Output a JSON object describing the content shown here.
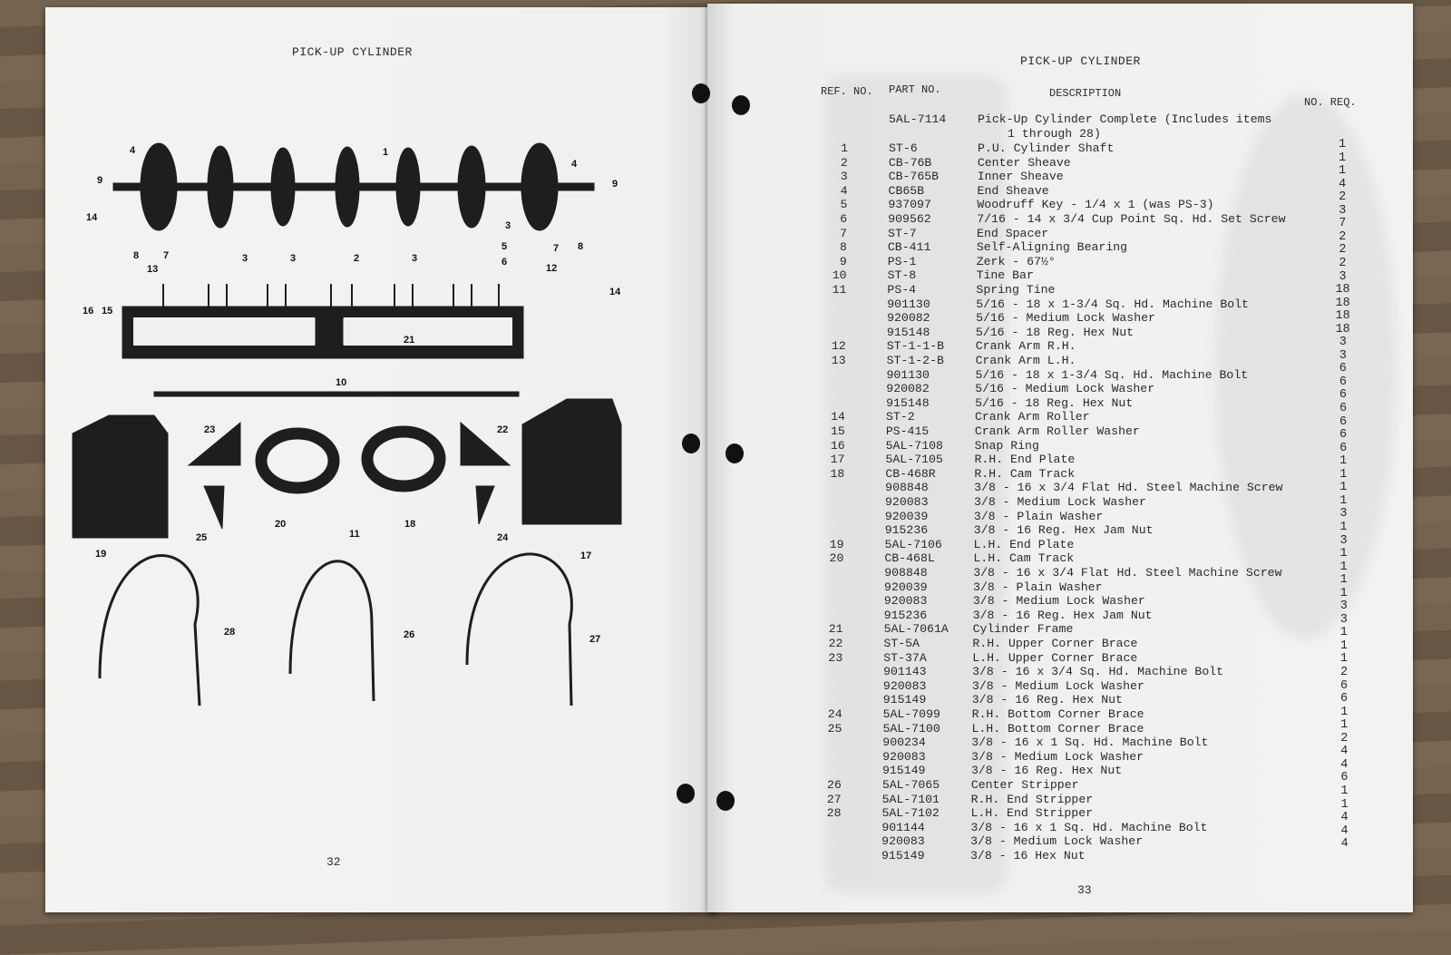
{
  "left_page": {
    "title": "PICK-UP CYLINDER",
    "page_number": "32",
    "diagram_callouts": [
      "4",
      "1",
      "4",
      "9",
      "9",
      "14",
      "8",
      "7",
      "3",
      "3",
      "2",
      "3",
      "3",
      "5",
      "6",
      "7",
      "8",
      "13",
      "12",
      "14",
      "16",
      "15",
      "21",
      "10",
      "23",
      "22",
      "20",
      "18",
      "11",
      "25",
      "24",
      "19",
      "17",
      "28",
      "26",
      "27"
    ]
  },
  "right_page": {
    "title": "PICK-UP CYLINDER",
    "page_number": "33",
    "headers": {
      "ref": "REF. NO.",
      "part": "PART NO.",
      "desc": "DESCRIPTION",
      "qty": "NO. REQ."
    },
    "complete": {
      "part": "5AL-7114",
      "desc_line1": "Pick-Up Cylinder Complete (Includes items",
      "desc_line2": "1 through 28)"
    },
    "rows": [
      {
        "ref": "1",
        "part": "ST-6",
        "desc": "P.U. Cylinder Shaft"
      },
      {
        "ref": "2",
        "part": "CB-76B",
        "desc": "Center Sheave"
      },
      {
        "ref": "3",
        "part": "CB-765B",
        "desc": "Inner Sheave"
      },
      {
        "ref": "4",
        "part": "CB65B",
        "desc": "End Sheave"
      },
      {
        "ref": "5",
        "part": "937097",
        "desc": "Woodruff Key - 1/4 x 1 (was PS-3)"
      },
      {
        "ref": "6",
        "part": "909562",
        "desc": "7/16 - 14 x 3/4 Cup Point Sq. Hd. Set Screw"
      },
      {
        "ref": "7",
        "part": "ST-7",
        "desc": "End Spacer"
      },
      {
        "ref": "8",
        "part": "CB-411",
        "desc": "Self-Aligning Bearing"
      },
      {
        "ref": "9",
        "part": "PS-1",
        "desc": "Zerk - 67½°"
      },
      {
        "ref": "10",
        "part": "ST-8",
        "desc": "Tine Bar"
      },
      {
        "ref": "11",
        "part": "PS-4",
        "desc": "Spring Tine"
      },
      {
        "ref": "",
        "part": "901130",
        "desc": "5/16 - 18 x 1-3/4 Sq. Hd. Machine Bolt"
      },
      {
        "ref": "",
        "part": "920082",
        "desc": "5/16 - Medium Lock Washer"
      },
      {
        "ref": "",
        "part": "915148",
        "desc": "5/16 - 18 Reg. Hex Nut"
      },
      {
        "ref": "12",
        "part": "ST-1-1-B",
        "desc": "Crank Arm R.H."
      },
      {
        "ref": "13",
        "part": "ST-1-2-B",
        "desc": "Crank Arm L.H."
      },
      {
        "ref": "",
        "part": "901130",
        "desc": "5/16 - 18 x 1-3/4 Sq. Hd. Machine Bolt"
      },
      {
        "ref": "",
        "part": "920082",
        "desc": "5/16 - Medium Lock Washer"
      },
      {
        "ref": "",
        "part": "915148",
        "desc": "5/16 - 18 Reg. Hex Nut"
      },
      {
        "ref": "14",
        "part": "ST-2",
        "desc": "Crank Arm Roller"
      },
      {
        "ref": "15",
        "part": "PS-415",
        "desc": "Crank Arm Roller Washer"
      },
      {
        "ref": "16",
        "part": "5AL-7108",
        "desc": "Snap Ring"
      },
      {
        "ref": "17",
        "part": "5AL-7105",
        "desc": "R.H. End Plate"
      },
      {
        "ref": "18",
        "part": "CB-468R",
        "desc": "R.H. Cam Track"
      },
      {
        "ref": "",
        "part": "908848",
        "desc": "3/8 - 16 x 3/4 Flat Hd. Steel Machine Screw"
      },
      {
        "ref": "",
        "part": "920083",
        "desc": "3/8 - Medium Lock Washer"
      },
      {
        "ref": "",
        "part": "920039",
        "desc": "3/8 - Plain Washer"
      },
      {
        "ref": "",
        "part": "915236",
        "desc": "3/8 - 16 Reg. Hex Jam Nut"
      },
      {
        "ref": "19",
        "part": "5AL-7106",
        "desc": "L.H. End Plate"
      },
      {
        "ref": "20",
        "part": "CB-468L",
        "desc": "L.H. Cam Track"
      },
      {
        "ref": "",
        "part": "908848",
        "desc": "3/8 - 16 x 3/4 Flat Hd. Steel Machine Screw"
      },
      {
        "ref": "",
        "part": "920039",
        "desc": "3/8 - Plain Washer"
      },
      {
        "ref": "",
        "part": "920083",
        "desc": "3/8 - Medium Lock Washer"
      },
      {
        "ref": "",
        "part": "915236",
        "desc": "3/8 - 16 Reg. Hex Jam Nut"
      },
      {
        "ref": "21",
        "part": "5AL-7061A",
        "desc": "Cylinder Frame"
      },
      {
        "ref": "22",
        "part": "ST-5A",
        "desc": "R.H. Upper Corner Brace"
      },
      {
        "ref": "23",
        "part": "ST-37A",
        "desc": "L.H. Upper Corner Brace"
      },
      {
        "ref": "",
        "part": "901143",
        "desc": "3/8 - 16 x 3/4 Sq. Hd. Machine Bolt"
      },
      {
        "ref": "",
        "part": "920083",
        "desc": "3/8 - Medium Lock Washer"
      },
      {
        "ref": "",
        "part": "915149",
        "desc": "3/8 - 16 Reg. Hex Nut"
      },
      {
        "ref": "24",
        "part": "5AL-7099",
        "desc": "R.H. Bottom Corner Brace"
      },
      {
        "ref": "25",
        "part": "5AL-7100",
        "desc": "L.H. Bottom Corner Brace"
      },
      {
        "ref": "",
        "part": "900234",
        "desc": "3/8 - 16 x 1 Sq. Hd. Machine Bolt"
      },
      {
        "ref": "",
        "part": "920083",
        "desc": "3/8 - Medium Lock Washer"
      },
      {
        "ref": "",
        "part": "915149",
        "desc": "3/8 - 16 Reg. Hex Nut"
      },
      {
        "ref": "26",
        "part": "5AL-7065",
        "desc": "Center Stripper"
      },
      {
        "ref": "27",
        "part": "5AL-7101",
        "desc": "R.H. End Stripper"
      },
      {
        "ref": "28",
        "part": "5AL-7102",
        "desc": "L.H. End Stripper"
      },
      {
        "ref": "",
        "part": "901144",
        "desc": "3/8 - 16 x 1 Sq. Hd. Machine Bolt"
      },
      {
        "ref": "",
        "part": "920083",
        "desc": "3/8 - Medium Lock Washer"
      },
      {
        "ref": "",
        "part": "915149",
        "desc": "3/8 - 16 Hex Nut"
      }
    ],
    "no_req_column": [
      "1",
      "1",
      "1",
      "4",
      "2",
      "3",
      "7",
      "2",
      "2",
      "2",
      "3",
      "18",
      "18",
      "18",
      "18",
      "3",
      "3",
      "6",
      "6",
      "6",
      "6",
      "6",
      "6",
      "6",
      "1",
      "1",
      "1",
      "1",
      "3",
      "1",
      "3",
      "1",
      "1",
      "1",
      "1",
      "3",
      "3",
      "1",
      "1",
      "1",
      "2",
      "6",
      "6",
      "1",
      "1",
      "2",
      "4",
      "4",
      "6",
      "1",
      "1",
      "4",
      "4",
      "4"
    ]
  }
}
